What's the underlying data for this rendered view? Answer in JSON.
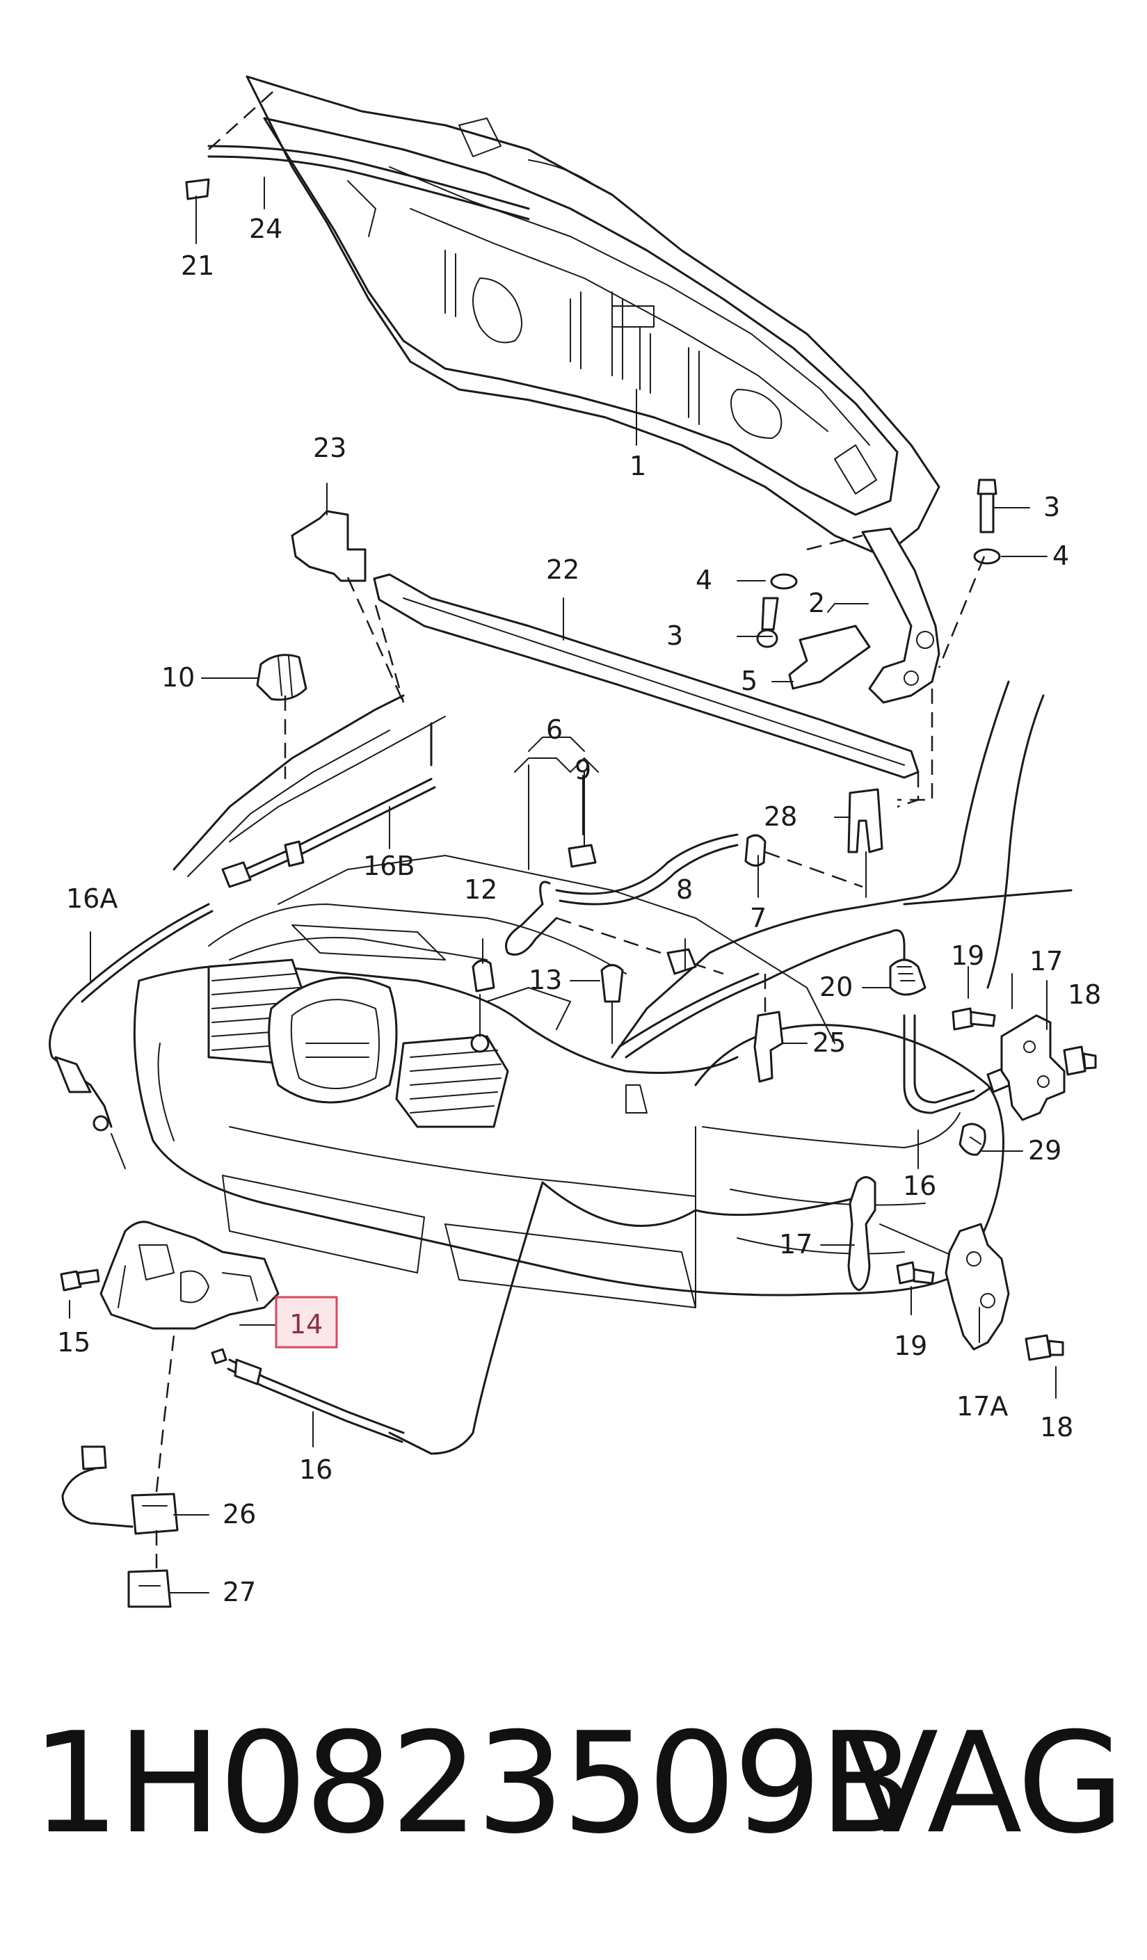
{
  "diagram": {
    "labels": [
      {
        "id": "1",
        "text": "1"
      },
      {
        "id": "2",
        "text": "2"
      },
      {
        "id": "3a",
        "text": "3"
      },
      {
        "id": "3b",
        "text": "3"
      },
      {
        "id": "4a",
        "text": "4"
      },
      {
        "id": "4b",
        "text": "4"
      },
      {
        "id": "5",
        "text": "5"
      },
      {
        "id": "6",
        "text": "6"
      },
      {
        "id": "7",
        "text": "7"
      },
      {
        "id": "8",
        "text": "8"
      },
      {
        "id": "9",
        "text": "9"
      },
      {
        "id": "10",
        "text": "10"
      },
      {
        "id": "12",
        "text": "12"
      },
      {
        "id": "13",
        "text": "13"
      },
      {
        "id": "14",
        "text": "14"
      },
      {
        "id": "15",
        "text": "15"
      },
      {
        "id": "16a",
        "text": "16"
      },
      {
        "id": "16b",
        "text": "16"
      },
      {
        "id": "16A",
        "text": "16A"
      },
      {
        "id": "16B",
        "text": "16B"
      },
      {
        "id": "17a",
        "text": "17"
      },
      {
        "id": "17b",
        "text": "17"
      },
      {
        "id": "17A",
        "text": "17A"
      },
      {
        "id": "18a",
        "text": "18"
      },
      {
        "id": "18b",
        "text": "18"
      },
      {
        "id": "19a",
        "text": "19"
      },
      {
        "id": "19b",
        "text": "19"
      },
      {
        "id": "20",
        "text": "20"
      },
      {
        "id": "21",
        "text": "21"
      },
      {
        "id": "22",
        "text": "22"
      },
      {
        "id": "23",
        "text": "23"
      },
      {
        "id": "24",
        "text": "24"
      },
      {
        "id": "25",
        "text": "25"
      },
      {
        "id": "26",
        "text": "26"
      },
      {
        "id": "27",
        "text": "27"
      },
      {
        "id": "28",
        "text": "28"
      },
      {
        "id": "29",
        "text": "29"
      }
    ],
    "highlighted_label": "14",
    "highlight_color": "#d9485f"
  },
  "footer": {
    "part_number": "1H0823509B",
    "brand": "VAG"
  }
}
